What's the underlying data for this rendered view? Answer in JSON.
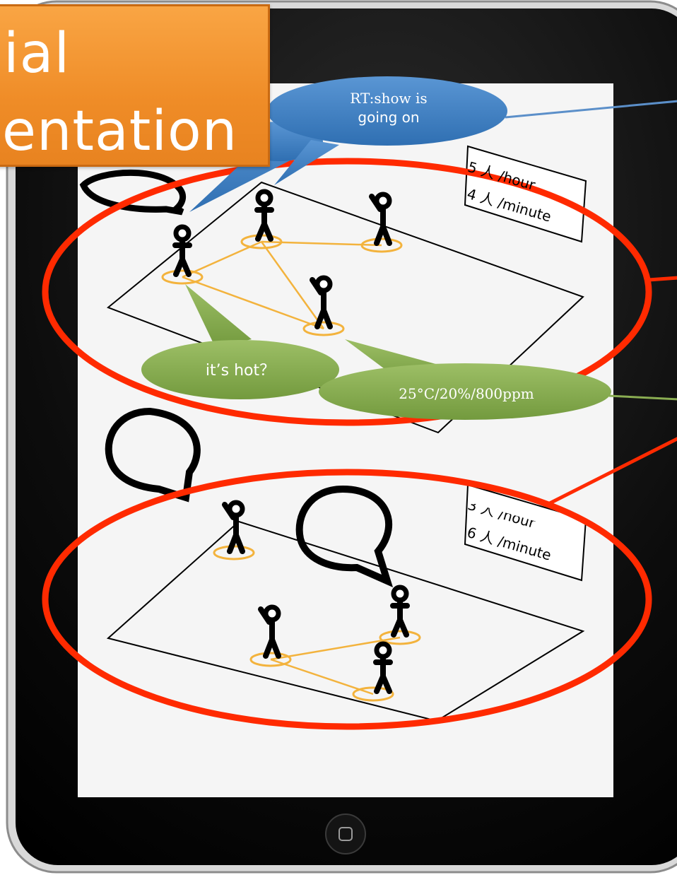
{
  "title": {
    "line1": "ial",
    "line2": "entation"
  },
  "bubbles": {
    "rt": {
      "line1": "RT:show is",
      "line2": "going on"
    },
    "hot": "it’s hot？",
    "env": "25°C/20%/800ppm"
  },
  "scene_top": {
    "rate_hour": "5 人 /hour",
    "rate_minute": "4 人 /minute"
  },
  "scene_bottom": {
    "rate_hour": "3 人 /hour",
    "rate_minute": "6 人 /minute"
  },
  "colors": {
    "highlight_ring": "#ff2a00",
    "link_line": "#f3b33d",
    "speech_blue": "#3f7fc4",
    "speech_green": "#8aad52",
    "title_orange": "#f09030",
    "device_frame": "#111111",
    "screen": "#f5f5f5"
  },
  "icons": {
    "person": "person-icon",
    "speech_outline": "speech-bubble-outline-icon",
    "home_button": "home-button-icon"
  }
}
